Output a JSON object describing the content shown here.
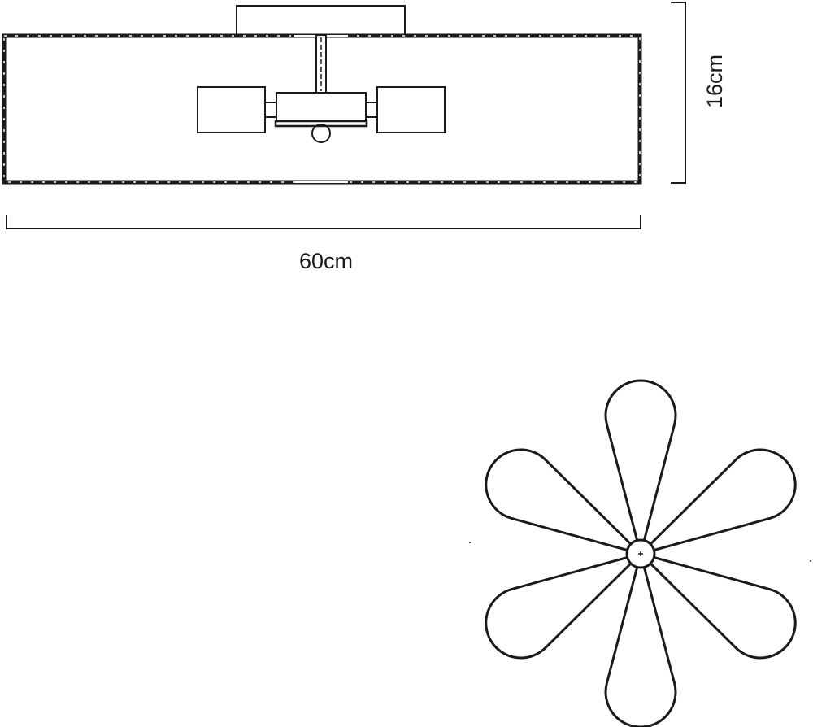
{
  "dimensions": {
    "height_label": "16cm",
    "width_label": "60cm"
  },
  "colors": {
    "stroke": "#1a1a1a",
    "background": "#ffffff"
  },
  "flower_view": {
    "petal_count": 6
  }
}
